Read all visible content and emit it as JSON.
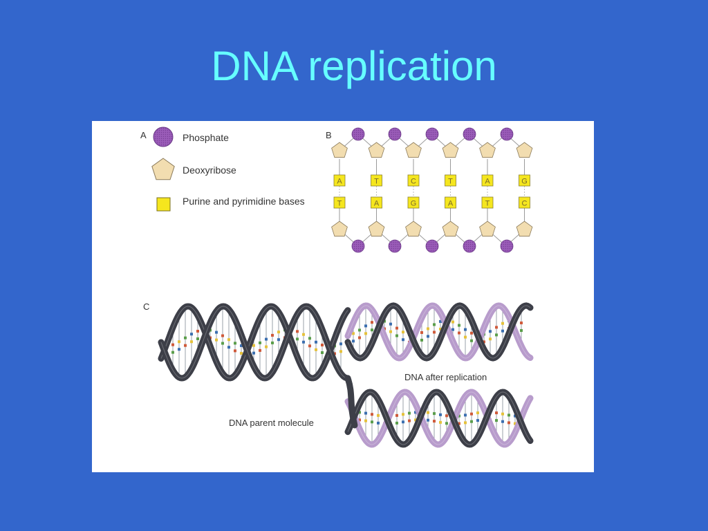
{
  "slide": {
    "title": "DNA replication",
    "background_color": "#3366cc",
    "title_color": "#66ffff"
  },
  "figure": {
    "panel_a": {
      "label": "A",
      "legend": [
        {
          "shape": "circle",
          "text": "Phosphate",
          "color": "#9a5cb8"
        },
        {
          "shape": "pentagon",
          "text": "Deoxyribose",
          "color": "#f2ddb0"
        },
        {
          "shape": "square",
          "text": "Purine and pyrimidine bases",
          "color": "#f5e61e"
        }
      ]
    },
    "panel_b": {
      "label": "B",
      "top_strand": [
        "A",
        "T",
        "C",
        "T",
        "A",
        "G"
      ],
      "bottom_strand": [
        "T",
        "A",
        "G",
        "A",
        "T",
        "C"
      ]
    },
    "panel_c": {
      "label": "C",
      "parent_label": "DNA parent molecule",
      "replicated_label": "DNA after replication",
      "parent_color": "#3d3f48",
      "new_strand_color": "#b89ccc"
    }
  }
}
